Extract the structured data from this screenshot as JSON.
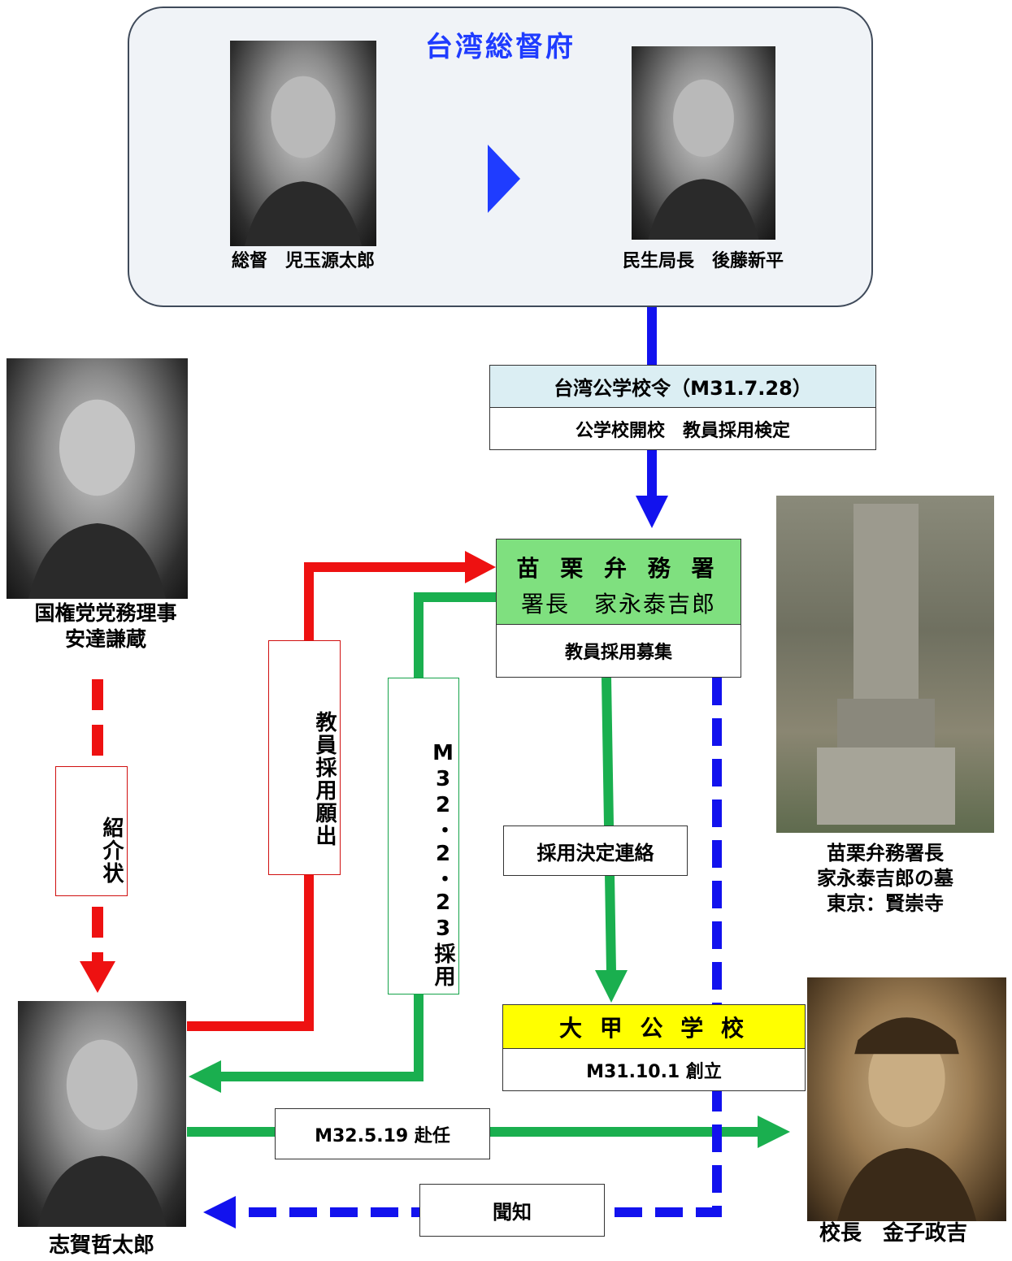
{
  "government": {
    "title": "台湾総督府",
    "left_caption": "総督　児玉源太郎",
    "right_caption": "民生局長　後藤新平"
  },
  "ordinance": {
    "title": "台湾公学校令（M31.7.28）",
    "subtitle": "公学校開校　教員採用検定"
  },
  "office": {
    "line1": "苗 栗 弁 務 署",
    "line2": "署長　家永泰吉郎",
    "recruit": "教員採用募集"
  },
  "school": {
    "name": "大 甲 公 学 校",
    "founded": "M31.10.1 創立"
  },
  "adachi": {
    "role": "国権党党務理事",
    "name": "安達謙蔵"
  },
  "grave": {
    "line1": "苗栗弁務署長",
    "line2": "家永泰吉郎の墓",
    "line3": "東京：賢崇寺"
  },
  "shiga": {
    "name": "志賀哲太郎"
  },
  "kaneko": {
    "name": "校長　金子政吉"
  },
  "labels": {
    "introduction": "紹介状",
    "application": "教員採用願出",
    "hired": "M32・2・23採用",
    "decision": "採用決定連絡",
    "assignment": "M32.5.19 赴任",
    "heard": "聞知"
  },
  "colors": {
    "gov_title": "#1f3cff",
    "blue_line": "#1212ee",
    "red_line": "#ee1111",
    "green_line": "#1aaf4f",
    "office_bg": "#7fe07f",
    "ordinance_bg": "#dbeef3",
    "school_bg": "#ffff00"
  }
}
